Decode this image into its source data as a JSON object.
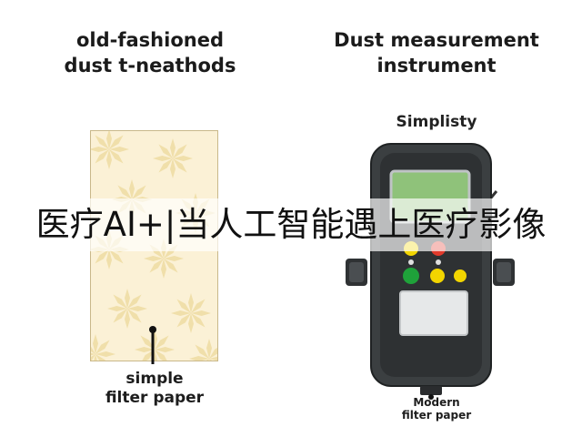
{
  "left_panel": {
    "heading_line1": "old-fashioned",
    "heading_line2": "dust t-neathods",
    "caption_line1": "simple",
    "caption_line2": "filter paper"
  },
  "right_panel": {
    "heading_line1": "Dust measurement",
    "heading_line2": "instrument",
    "subtitle": "Simplisty",
    "caption_line1": "Modern",
    "caption_line2": "filter paper"
  },
  "banner": {
    "text": "医疗AI+|当人工智能遇上医疗影像"
  },
  "colors": {
    "paper_fill": "#fbf1d6",
    "pattern": "#e8cf86",
    "device_body": "#3b3f41",
    "screen": "#8fc27a",
    "btn_yellow": "#f2d500",
    "btn_red": "#e23a2c",
    "btn_green": "#1fa23a"
  }
}
